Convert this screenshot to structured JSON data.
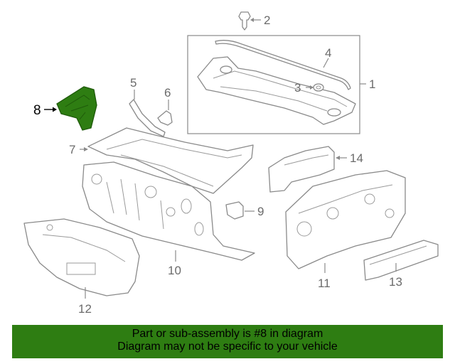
{
  "diagram": {
    "callouts": [
      "1",
      "2",
      "3",
      "4",
      "5",
      "6",
      "7",
      "8",
      "9",
      "10",
      "11",
      "12",
      "13",
      "14"
    ],
    "highlighted_callout": "8",
    "highlight_color": "#2e7d12",
    "line_color": "#8a8a8a"
  },
  "banner": {
    "line1": "Part or sub-assembly is #8 in diagram",
    "line2": "Diagram may not be specific to your vehicle",
    "background": "#2e7d12"
  }
}
